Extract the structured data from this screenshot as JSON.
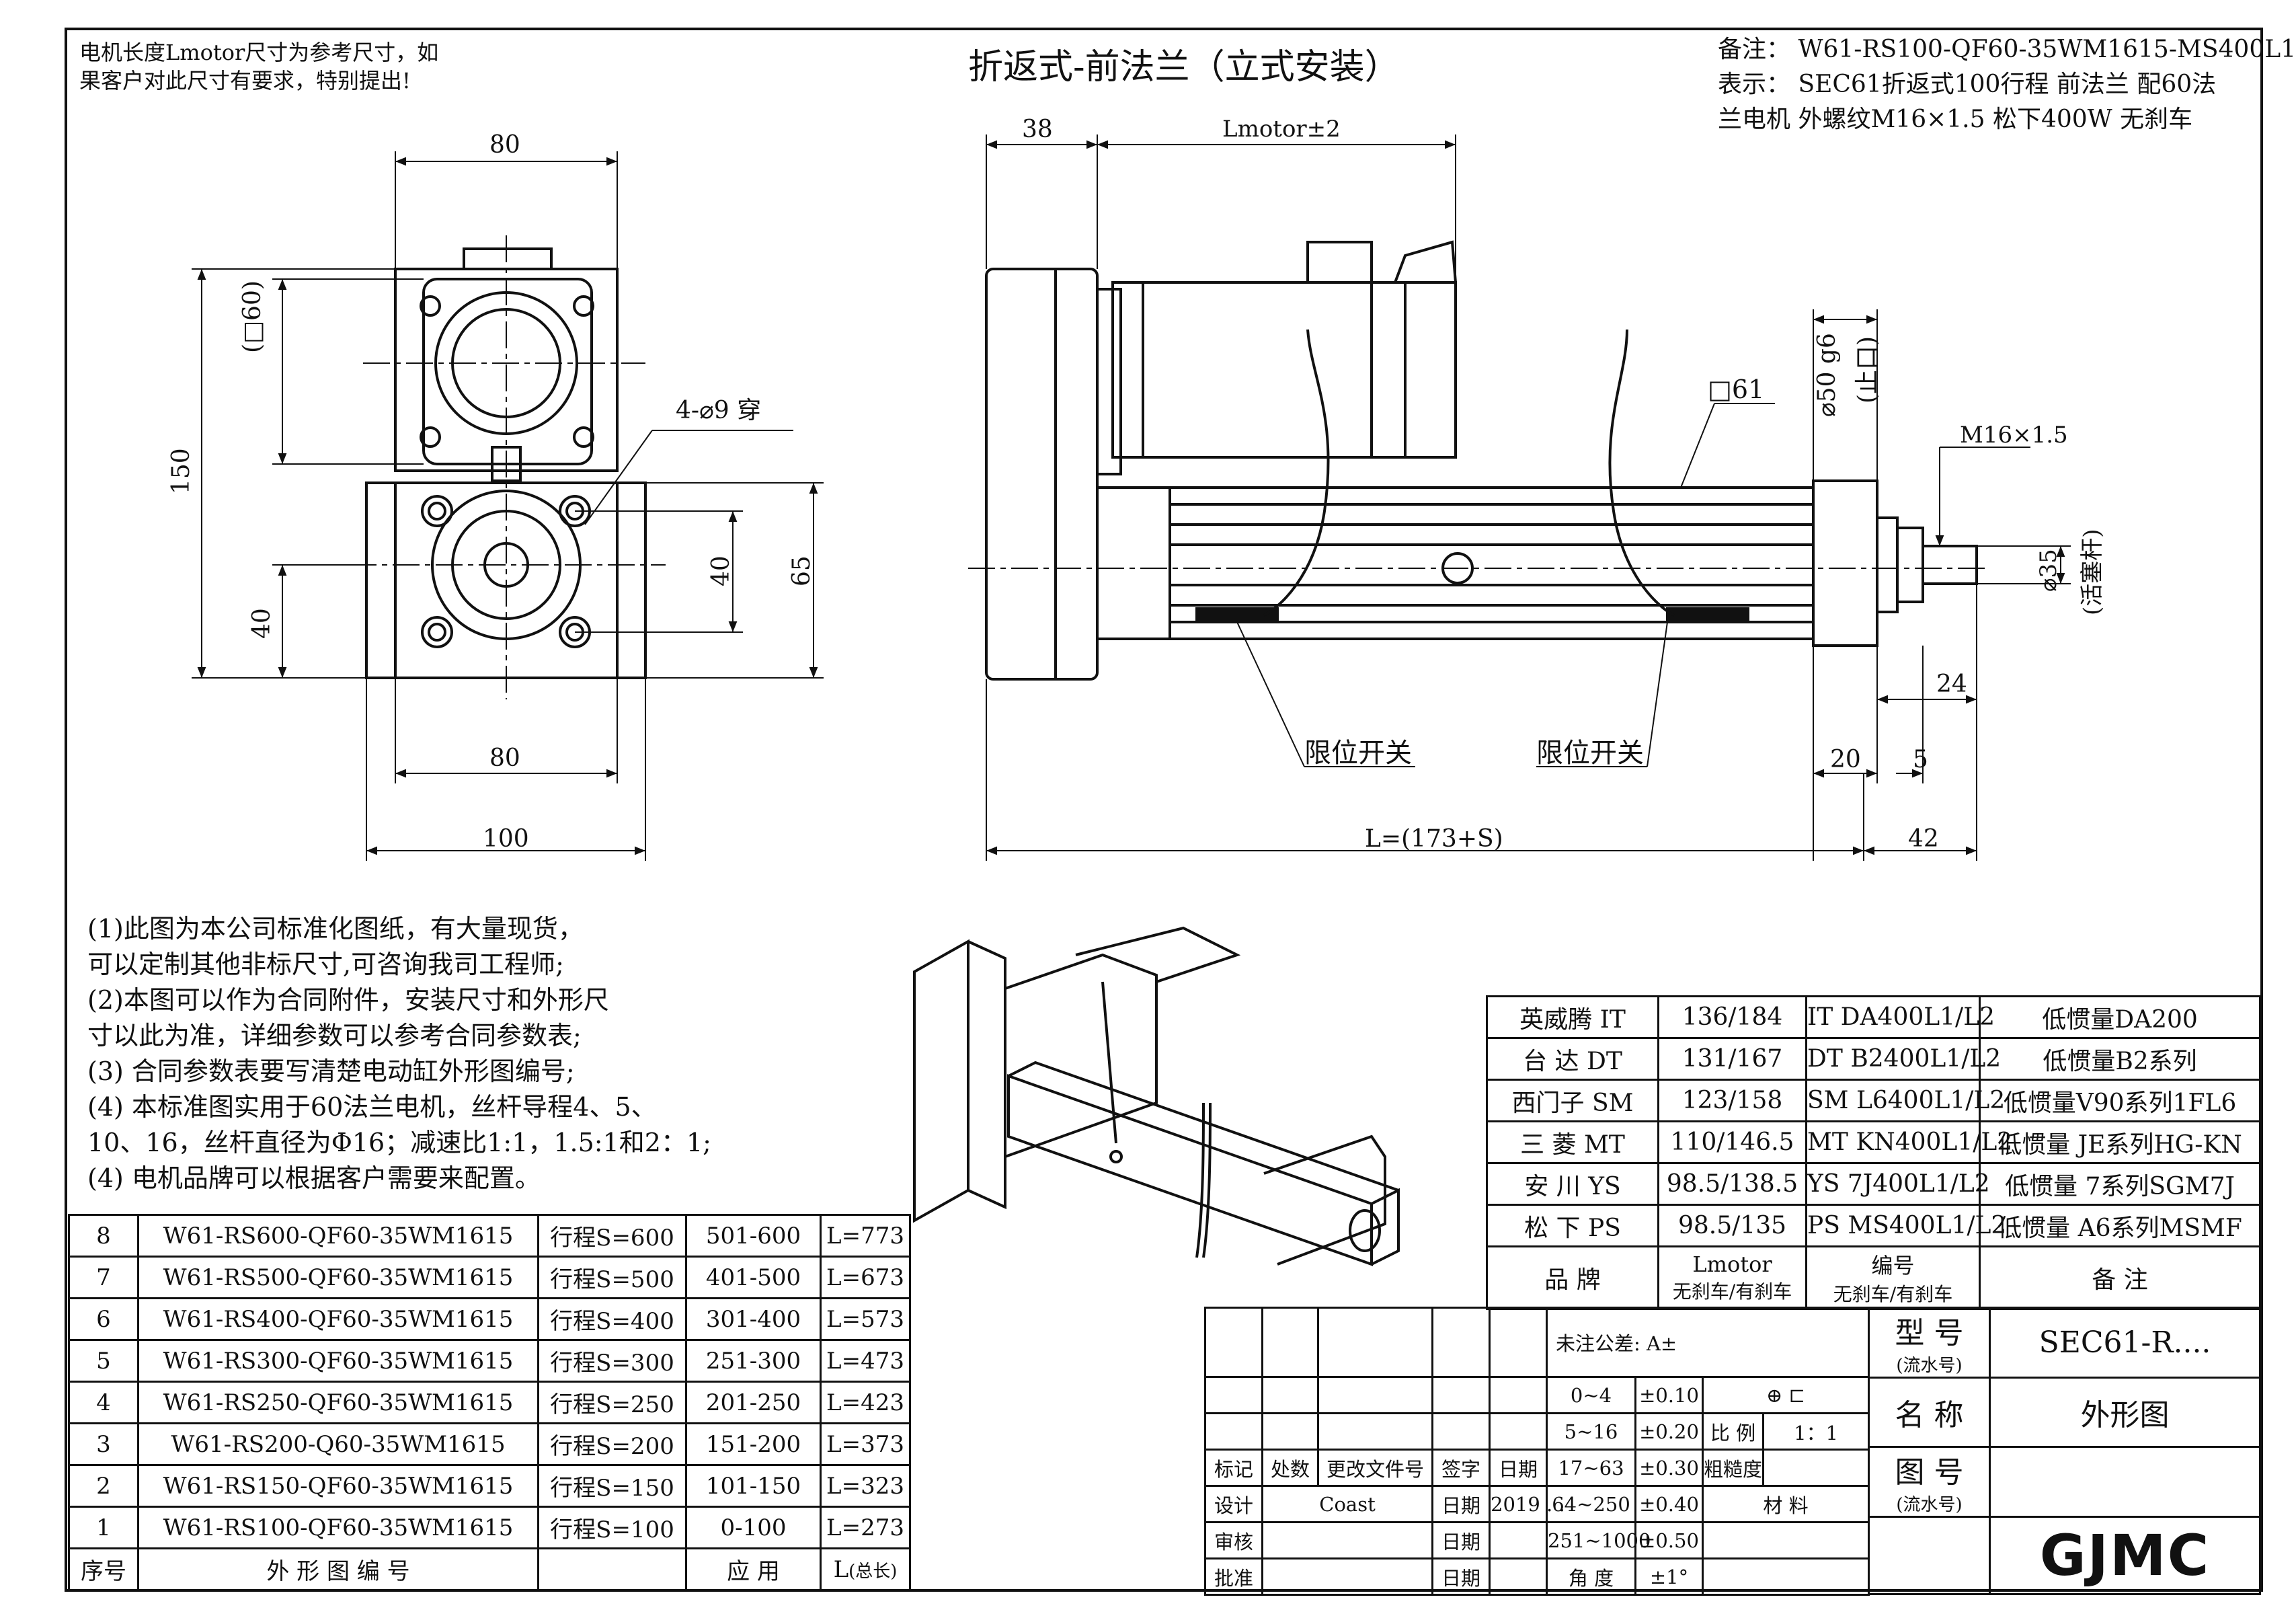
{
  "drawing": {
    "title": "折返式-前法兰（立式安装）",
    "note_topleft": [
      "电机长度Lmotor尺寸为参考尺寸，如",
      "果客户对此尺寸有要求，特别提出!"
    ],
    "remark": [
      "备注： W61-RS100-QF60-35WM1615-MS400L1",
      "表示： SEC61折返式100行程 前法兰 配60法",
      "兰电机 外螺纹M16×1.5 松下400W 无刹车"
    ]
  },
  "dimensions": {
    "top_width": "80",
    "square": "(□60)",
    "height_150": "150",
    "holes": "4-⌀9 穿",
    "dim_40_right": "40",
    "dim_65": "65",
    "dim_40_left": "40",
    "bottom_80": "80",
    "bottom_100": "100",
    "d38": "38",
    "lmotor": "Lmotor±2",
    "sq61": "□61",
    "d50": "⌀50 g6",
    "d50_note": "(止口)",
    "thread": "M16×1.5",
    "d35": "⌀35",
    "d35_note": "(活塞杆)",
    "d24": "24",
    "d20": "20",
    "d5": "5",
    "total_length": "L=(173+S)",
    "d42": "42",
    "limit_switch_1": "限位开关",
    "limit_switch_2": "限位开关"
  },
  "notes": [
    "(1)此图为本公司标准化图纸，有大量现货，",
    "     可以定制其他非标尺寸,可咨询我司工程师;",
    "(2)本图可以作为合同附件，安装尺寸和外形尺",
    "     寸以此为准，详细参数可以参考合同参数表;",
    "(3) 合同参数表要写清楚电动缸外形图编号;",
    "(4) 本标准图实用于60法兰电机，丝杆导程4、5、",
    "     10、16，丝杆直径为Φ16；减速比1:1，1.5:1和2：1;",
    "(4) 电机品牌可以根据客户需要来配置。"
  ],
  "parts_table": {
    "rows": [
      {
        "no": "8",
        "code": "W61-RS600-QF60-35WM1615",
        "stroke": "行程S=600",
        "range": "501-600",
        "length": "L=773"
      },
      {
        "no": "7",
        "code": "W61-RS500-QF60-35WM1615",
        "stroke": "行程S=500",
        "range": "401-500",
        "length": "L=673"
      },
      {
        "no": "6",
        "code": "W61-RS400-QF60-35WM1615",
        "stroke": "行程S=400",
        "range": "301-400",
        "length": "L=573"
      },
      {
        "no": "5",
        "code": "W61-RS300-QF60-35WM1615",
        "stroke": "行程S=300",
        "range": "251-300",
        "length": "L=473"
      },
      {
        "no": "4",
        "code": "W61-RS250-QF60-35WM1615",
        "stroke": "行程S=250",
        "range": "201-250",
        "length": "L=423"
      },
      {
        "no": "3",
        "code": "W61-RS200-Q60-35WM1615",
        "stroke": "行程S=200",
        "range": "151-200",
        "length": "L=373"
      },
      {
        "no": "2",
        "code": "W61-RS150-QF60-35WM1615",
        "stroke": "行程S=150",
        "range": "101-150",
        "length": "L=323"
      },
      {
        "no": "1",
        "code": "W61-RS100-QF60-35WM1615",
        "stroke": "行程S=100",
        "range": "0-100",
        "length": "L=273"
      }
    ],
    "header": {
      "no": "序号",
      "code": "外 形 图 编 号",
      "stroke": "",
      "range": "应   用",
      "length": "L",
      "length_note": "(总长)"
    }
  },
  "brand_table": {
    "rows": [
      {
        "brand": "英威腾  IT",
        "lmotor": "136/184",
        "code": "IT DA400L1/L2",
        "remark": "低惯量DA200"
      },
      {
        "brand": "台  达  DT",
        "lmotor": "131/167",
        "code": "DT B2400L1/L2",
        "remark": "低惯量B2系列"
      },
      {
        "brand": "西门子  SM",
        "lmotor": "123/158",
        "code": "SM L6400L1/L2",
        "remark": "低惯量V90系列1FL6"
      },
      {
        "brand": "三  菱  MT",
        "lmotor": "110/146.5",
        "code": "MT KN400L1/L2",
        "remark": "低惯量 JE系列HG-KN"
      },
      {
        "brand": "安  川  YS",
        "lmotor": "98.5/138.5",
        "code": "YS 7J400L1/L2",
        "remark": "低惯量 7系列SGM7J"
      },
      {
        "brand": "松  下  PS",
        "lmotor": "98.5/135",
        "code": "PS MS400L1/L2",
        "remark": "低惯量 A6系列MSMF"
      }
    ],
    "header": {
      "brand": "品  牌",
      "lmotor": "Lmotor",
      "lmotor_sub": "无刹车/有刹车",
      "code": "编号",
      "code_sub": "无刹车/有刹车",
      "remark": "备  注"
    }
  },
  "title_block": {
    "tolerance_title": "未注公差: A±",
    "tolerances": [
      {
        "range": "0~4",
        "value": "±0.10"
      },
      {
        "range": "5~16",
        "value": "±0.20"
      },
      {
        "range": "17~63",
        "value": "±0.30"
      },
      {
        "range": "64~250",
        "value": "±0.40"
      },
      {
        "range": "251~1000",
        "value": "±0.50"
      },
      {
        "range": "角  度",
        "value": "±1°"
      }
    ],
    "scale_label": "比 例",
    "scale_value": "1：1",
    "roughness": "粗糙度",
    "material": "材    料",
    "mark": "标记",
    "count": "处数",
    "change_doc": "更改文件号",
    "sign": "签字",
    "date": "日期",
    "design": "设计",
    "designer": "Coast",
    "design_date_label": "日期",
    "design_date": "2019 .  .",
    "review": "审核",
    "review_date_label": "日期",
    "approve": "批准",
    "approve_date_label": "日期",
    "model_label": "型 号",
    "model_sub": "(流水号)",
    "model_value": "SEC61-R....",
    "name_label": "名 称",
    "name_value": "外形图",
    "drawing_no_label": "图 号",
    "drawing_no_sub": "(流水号)",
    "company": "GJMC"
  }
}
